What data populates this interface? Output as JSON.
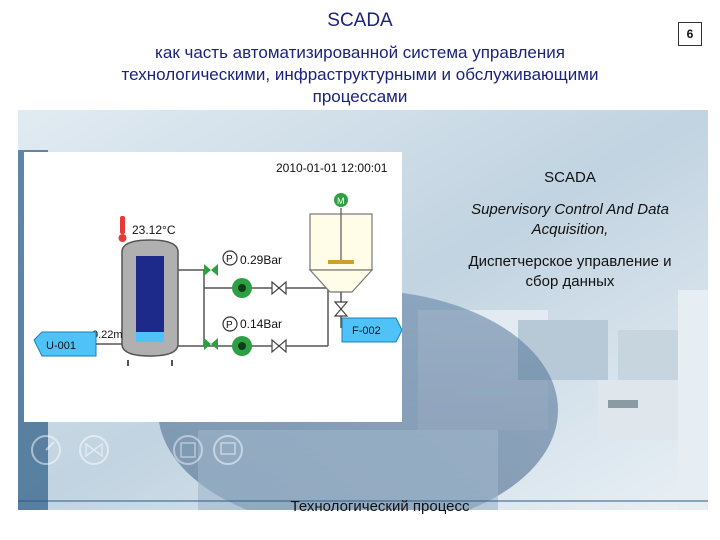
{
  "slide": {
    "title": "SCADA",
    "subtitle_lines": [
      "как часть автоматизированной система управления",
      "технологическими, инфраструктурными и обслуживающими",
      "процессами"
    ],
    "page_number": "6",
    "caption": "Технологический процесс"
  },
  "definition": {
    "term": "SCADA",
    "english_line1": "Supervisory Control And Data",
    "english_line2": "Acquisition,",
    "russian_line1": "Диспетчерское управление и",
    "russian_line2": "сбор данных"
  },
  "hmi": {
    "timestamp": "2010-01-01 12:00:01",
    "temperature": "23.12°C",
    "level": "0.22m",
    "pressure1": "0.29Bar",
    "pressure2": "0.14Bar",
    "pressure_symbol": "P",
    "motor_symbol": "M",
    "source_unit": "U-001",
    "target_unit": "F-002"
  },
  "colors": {
    "title_text": "#1a237e",
    "hmi_accent": "#4fc3f7",
    "valve_green": "#2ea043",
    "tank_gray": "#9e9e9e",
    "background": "#ffffff"
  }
}
